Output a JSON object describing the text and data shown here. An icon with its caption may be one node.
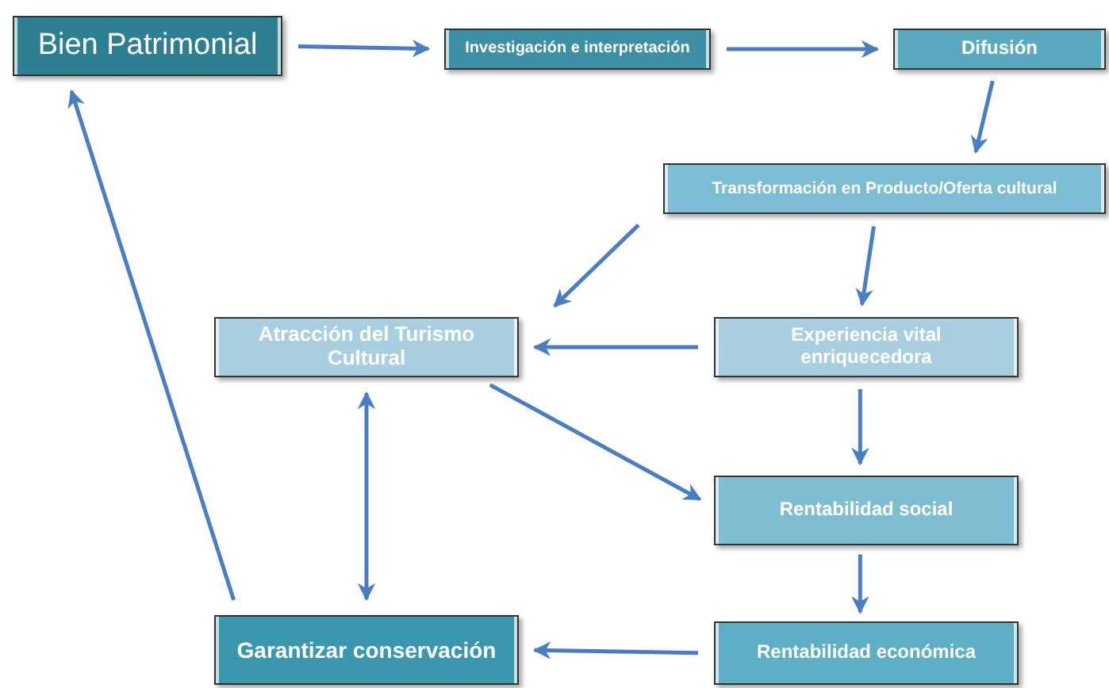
{
  "diagram": {
    "nodes": [
      {
        "text": [
          "Bien Patrimonial"
        ]
      },
      {
        "text": [
          "Investigación e interpretación"
        ]
      },
      {
        "text": [
          "Difusión"
        ]
      },
      {
        "text": [
          "Transformación en Producto/Oferta cultural"
        ]
      },
      {
        "text": [
          "Atracción del Turismo Cultural"
        ]
      },
      {
        "text": [
          "Experiencia vital enriquecedora"
        ]
      },
      {
        "text": [
          "Rentabilidad social"
        ]
      },
      {
        "text": [
          "Garantizar conservación"
        ]
      },
      {
        "text": [
          "Rentabilidad económica"
        ]
      }
    ],
    "edges": [
      {
        "from": 0,
        "to": 1,
        "arrow": "to"
      },
      {
        "from": 1,
        "to": 2,
        "arrow": "to"
      },
      {
        "from": 2,
        "to": 3,
        "arrow": "to"
      },
      {
        "from": 3,
        "to": 4,
        "arrow": "to"
      },
      {
        "from": 3,
        "to": 5,
        "arrow": "to"
      },
      {
        "from": 5,
        "to": 4,
        "arrow": "to"
      },
      {
        "from": 4,
        "to": 6,
        "arrow": "to"
      },
      {
        "from": 5,
        "to": 6,
        "arrow": "to"
      },
      {
        "from": 6,
        "to": 8,
        "arrow": "to"
      },
      {
        "from": 8,
        "to": 7,
        "arrow": "to"
      },
      {
        "from": 4,
        "to": 7,
        "arrow": "both"
      },
      {
        "from": 7,
        "to": 0,
        "arrow": "to"
      }
    ]
  }
}
